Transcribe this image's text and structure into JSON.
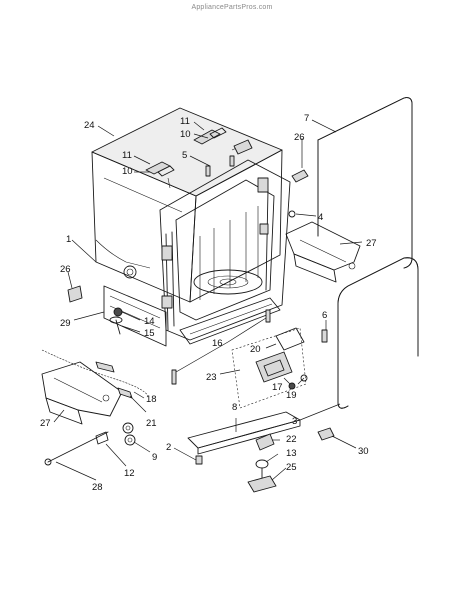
{
  "watermark": "AppliancePartsPros.com",
  "callouts": [
    {
      "id": "c24a",
      "text": "24"
    },
    {
      "id": "c11a",
      "text": "11"
    },
    {
      "id": "c10a",
      "text": "10"
    },
    {
      "id": "c7",
      "text": "7"
    },
    {
      "id": "c26a",
      "text": "26"
    },
    {
      "id": "c11b",
      "text": "11"
    },
    {
      "id": "c10b",
      "text": "10"
    },
    {
      "id": "c5",
      "text": "5"
    },
    {
      "id": "c4",
      "text": "4"
    },
    {
      "id": "c1",
      "text": "1"
    },
    {
      "id": "c27a",
      "text": "27"
    },
    {
      "id": "c26b",
      "text": "26"
    },
    {
      "id": "c14",
      "text": "14"
    },
    {
      "id": "c29",
      "text": "29"
    },
    {
      "id": "c15",
      "text": "15"
    },
    {
      "id": "c6",
      "text": "6"
    },
    {
      "id": "c16",
      "text": "16"
    },
    {
      "id": "c20",
      "text": "20"
    },
    {
      "id": "c23",
      "text": "23"
    },
    {
      "id": "c17",
      "text": "17"
    },
    {
      "id": "c19",
      "text": "19"
    },
    {
      "id": "c18",
      "text": "18"
    },
    {
      "id": "c27b",
      "text": "27"
    },
    {
      "id": "c21",
      "text": "21"
    },
    {
      "id": "c8",
      "text": "8"
    },
    {
      "id": "c3",
      "text": "3"
    },
    {
      "id": "c9",
      "text": "9"
    },
    {
      "id": "c22",
      "text": "22"
    },
    {
      "id": "c2",
      "text": "2"
    },
    {
      "id": "c13",
      "text": "13"
    },
    {
      "id": "c30",
      "text": "30"
    },
    {
      "id": "c12",
      "text": "12"
    },
    {
      "id": "c25",
      "text": "25"
    },
    {
      "id": "c28",
      "text": "28"
    }
  ]
}
